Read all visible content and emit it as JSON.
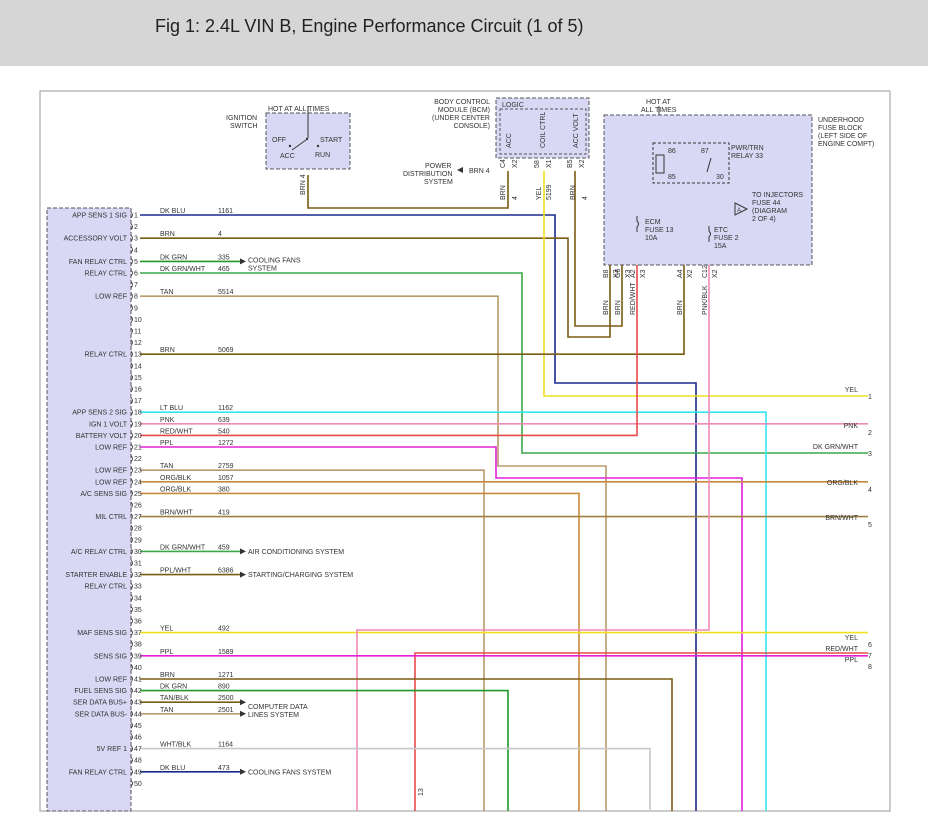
{
  "header": {
    "title": "Fig 1: 2.4L VIN B, Engine Performance Circuit (1 of 5)"
  },
  "ignition": {
    "hot_label": "HOT AT ALL TIMES",
    "switch_label_1": "IGNITION",
    "switch_label_2": "SWITCH",
    "off": "OFF",
    "start": "START",
    "acc": "ACC",
    "run": "RUN",
    "wire": "BRN 4"
  },
  "bcm": {
    "label_lines": [
      "BODY CONTROL",
      "MODULE (BCM)",
      "(UNDER CENTER",
      "CONSOLE)"
    ],
    "logic": "LOGIC",
    "pins": [
      {
        "code": "C4",
        "func": "ACC",
        "conn": "X2"
      },
      {
        "code": "58",
        "func": "COIL CTRL",
        "conn": "X1"
      },
      {
        "code": "B5",
        "func": "ACC VOLT",
        "conn": "X2"
      }
    ],
    "wire_labels": [
      "BRN",
      "4",
      "YEL",
      "5199",
      "BRN",
      "4"
    ],
    "power_dist_1": "POWER",
    "power_dist_2": "DISTRIBUTION",
    "power_dist_3": "SYSTEM",
    "power_wire": "BRN 4"
  },
  "fuse_block": {
    "hot_label_1": "HOT AT",
    "hot_label_2": "ALL TIMES",
    "label_lines": [
      "UNDERHOOD",
      "FUSE BLOCK",
      "(LEFT SIDE OF",
      "ENGINE COMPT)"
    ],
    "relay_name": "PWR/TRN",
    "relay_num": "RELAY 33",
    "relay_pins": [
      "86",
      "87",
      "85",
      "30"
    ],
    "ecm_fuse": [
      "ECM",
      "FUSE 13",
      "10A"
    ],
    "etc_fuse": [
      "ETC",
      "FUSE 2",
      "15A"
    ],
    "injector_lines": [
      "TO INJECTORS",
      "FUSE 44",
      "(DIAGRAM",
      "2 OF 4)"
    ],
    "injector_ref": "A",
    "pins": [
      {
        "code": "B8",
        "conn": "X3"
      },
      {
        "code": "G6",
        "conn": "X3"
      },
      {
        "code": "A2",
        "conn": "X3"
      },
      {
        "code": "A4",
        "conn": "X2"
      },
      {
        "code": "C12",
        "conn": "X2"
      }
    ],
    "out_wires": [
      "BRN",
      "BRN",
      "RED/WHT",
      "BRN",
      "PNK/BLK"
    ]
  },
  "ecm": {
    "pins": [
      {
        "n": "1",
        "label": "APP SENS 1 SIG",
        "color": "DK BLU",
        "circuit": "1161"
      },
      {
        "n": "2",
        "label": "",
        "color": "",
        "circuit": ""
      },
      {
        "n": "3",
        "label": "ACCESSORY VOLT",
        "color": "BRN",
        "circuit": "4"
      },
      {
        "n": "4",
        "label": "",
        "color": "",
        "circuit": ""
      },
      {
        "n": "5",
        "label": "FAN RELAY CTRL",
        "color": "DK GRN",
        "circuit": "335"
      },
      {
        "n": "6",
        "label": "RELAY CTRL",
        "color": "DK GRN/WHT",
        "circuit": "465"
      },
      {
        "n": "7",
        "label": "",
        "color": "",
        "circuit": ""
      },
      {
        "n": "8",
        "label": "LOW REF",
        "color": "TAN",
        "circuit": "5514"
      },
      {
        "n": "9",
        "label": "",
        "color": "",
        "circuit": ""
      },
      {
        "n": "10",
        "label": "",
        "color": "",
        "circuit": ""
      },
      {
        "n": "11",
        "label": "",
        "color": "",
        "circuit": ""
      },
      {
        "n": "12",
        "label": "",
        "color": "",
        "circuit": ""
      },
      {
        "n": "13",
        "label": "RELAY CTRL",
        "color": "BRN",
        "circuit": "5069"
      },
      {
        "n": "14",
        "label": "",
        "color": "",
        "circuit": ""
      },
      {
        "n": "15",
        "label": "",
        "color": "",
        "circuit": ""
      },
      {
        "n": "16",
        "label": "",
        "color": "",
        "circuit": ""
      },
      {
        "n": "17",
        "label": "",
        "color": "",
        "circuit": ""
      },
      {
        "n": "18",
        "label": "APP SENS 2 SIG",
        "color": "LT BLU",
        "circuit": "1162"
      },
      {
        "n": "19",
        "label": "IGN 1 VOLT",
        "color": "PNK",
        "circuit": "639"
      },
      {
        "n": "20",
        "label": "BATTERY VOLT",
        "color": "RED/WHT",
        "circuit": "540"
      },
      {
        "n": "21",
        "label": "LOW REF",
        "color": "PPL",
        "circuit": "1272"
      },
      {
        "n": "22",
        "label": "",
        "color": "",
        "circuit": ""
      },
      {
        "n": "23",
        "label": "LOW REF",
        "color": "TAN",
        "circuit": "2759"
      },
      {
        "n": "24",
        "label": "LOW REF",
        "color": "ORG/BLK",
        "circuit": "1057"
      },
      {
        "n": "25",
        "label": "A/C SENS SIG",
        "color": "ORG/BLK",
        "circuit": "380"
      },
      {
        "n": "26",
        "label": "",
        "color": "",
        "circuit": ""
      },
      {
        "n": "27",
        "label": "MIL CTRL",
        "color": "BRN/WHT",
        "circuit": "419"
      },
      {
        "n": "28",
        "label": "",
        "color": "",
        "circuit": ""
      },
      {
        "n": "29",
        "label": "",
        "color": "",
        "circuit": ""
      },
      {
        "n": "30",
        "label": "A/C RELAY CTRL",
        "color": "DK GRN/WHT",
        "circuit": "459"
      },
      {
        "n": "31",
        "label": "",
        "color": "",
        "circuit": ""
      },
      {
        "n": "32",
        "label": "STARTER ENABLE",
        "color": "PPL/WHT",
        "circuit": "6386"
      },
      {
        "n": "33",
        "label": "RELAY CTRL",
        "color": "",
        "circuit": ""
      },
      {
        "n": "34",
        "label": "",
        "color": "",
        "circuit": ""
      },
      {
        "n": "35",
        "label": "",
        "color": "",
        "circuit": ""
      },
      {
        "n": "36",
        "label": "",
        "color": "",
        "circuit": ""
      },
      {
        "n": "37",
        "label": "MAF SENS SIG",
        "color": "YEL",
        "circuit": "492"
      },
      {
        "n": "38",
        "label": "",
        "color": "",
        "circuit": ""
      },
      {
        "n": "39",
        "label": "SENS SIG",
        "color": "PPL",
        "circuit": "1589"
      },
      {
        "n": "40",
        "label": "",
        "color": "",
        "circuit": ""
      },
      {
        "n": "41",
        "label": "LOW REF",
        "color": "BRN",
        "circuit": "1271"
      },
      {
        "n": "42",
        "label": "FUEL SENS SIG",
        "color": "DK GRN",
        "circuit": "890"
      },
      {
        "n": "43",
        "label": "SER DATA BUS+",
        "color": "TAN/BLK",
        "circuit": "2500"
      },
      {
        "n": "44",
        "label": "SER DATA BUS-",
        "color": "TAN",
        "circuit": "2501"
      },
      {
        "n": "45",
        "label": "",
        "color": "",
        "circuit": ""
      },
      {
        "n": "46",
        "label": "",
        "color": "",
        "circuit": ""
      },
      {
        "n": "47",
        "label": "5V REF 1",
        "color": "WHT/BLK",
        "circuit": "1164"
      },
      {
        "n": "48",
        "label": "",
        "color": "",
        "circuit": ""
      },
      {
        "n": "49",
        "label": "FAN RELAY CTRL",
        "color": "DK BLU",
        "circuit": "473"
      },
      {
        "n": "50",
        "label": "",
        "color": "",
        "circuit": ""
      }
    ]
  },
  "destinations": {
    "cooling_fans": [
      "COOLING FANS",
      "SYSTEM"
    ],
    "air_conditioning": "AIR CONDITIONING SYSTEM",
    "starting_charging": "STARTING/CHARGING SYSTEM",
    "computer_data": [
      "COMPUTER DATA",
      "LINES SYSTEM"
    ],
    "cooling_fans_2": "COOLING FANS SYSTEM"
  },
  "right_outputs": [
    {
      "num": "1",
      "color": "YEL"
    },
    {
      "num": "2",
      "color": "PNK"
    },
    {
      "num": "3",
      "color": "DK GRN/WHT"
    },
    {
      "num": "4",
      "color": "ORG/BLK"
    },
    {
      "num": "5",
      "color": "BRN/WHT"
    },
    {
      "num": "6",
      "color": "YEL"
    },
    {
      "num": "7",
      "color": "RED/WHT"
    },
    {
      "num": "8",
      "color": "PPL"
    }
  ],
  "bottom_ref": "13",
  "wire_colors": {
    "brn": "#7a5c12",
    "dk_blu": "#1a2a8c",
    "dk_grn": "#1f9a2a",
    "dk_grn_wht": "#3aa84a",
    "tan": "#b89a6a",
    "lt_blu": "#33e6ee",
    "pnk": "#f08ab8",
    "red_wht": "#e84a4a",
    "ppl": "#e020d8",
    "org_blk": "#c88a3a",
    "brn_wht": "#a08040",
    "yel": "#f0e020",
    "wht_blk": "#c8c8c8",
    "box_fill": "#d8d8f4"
  }
}
